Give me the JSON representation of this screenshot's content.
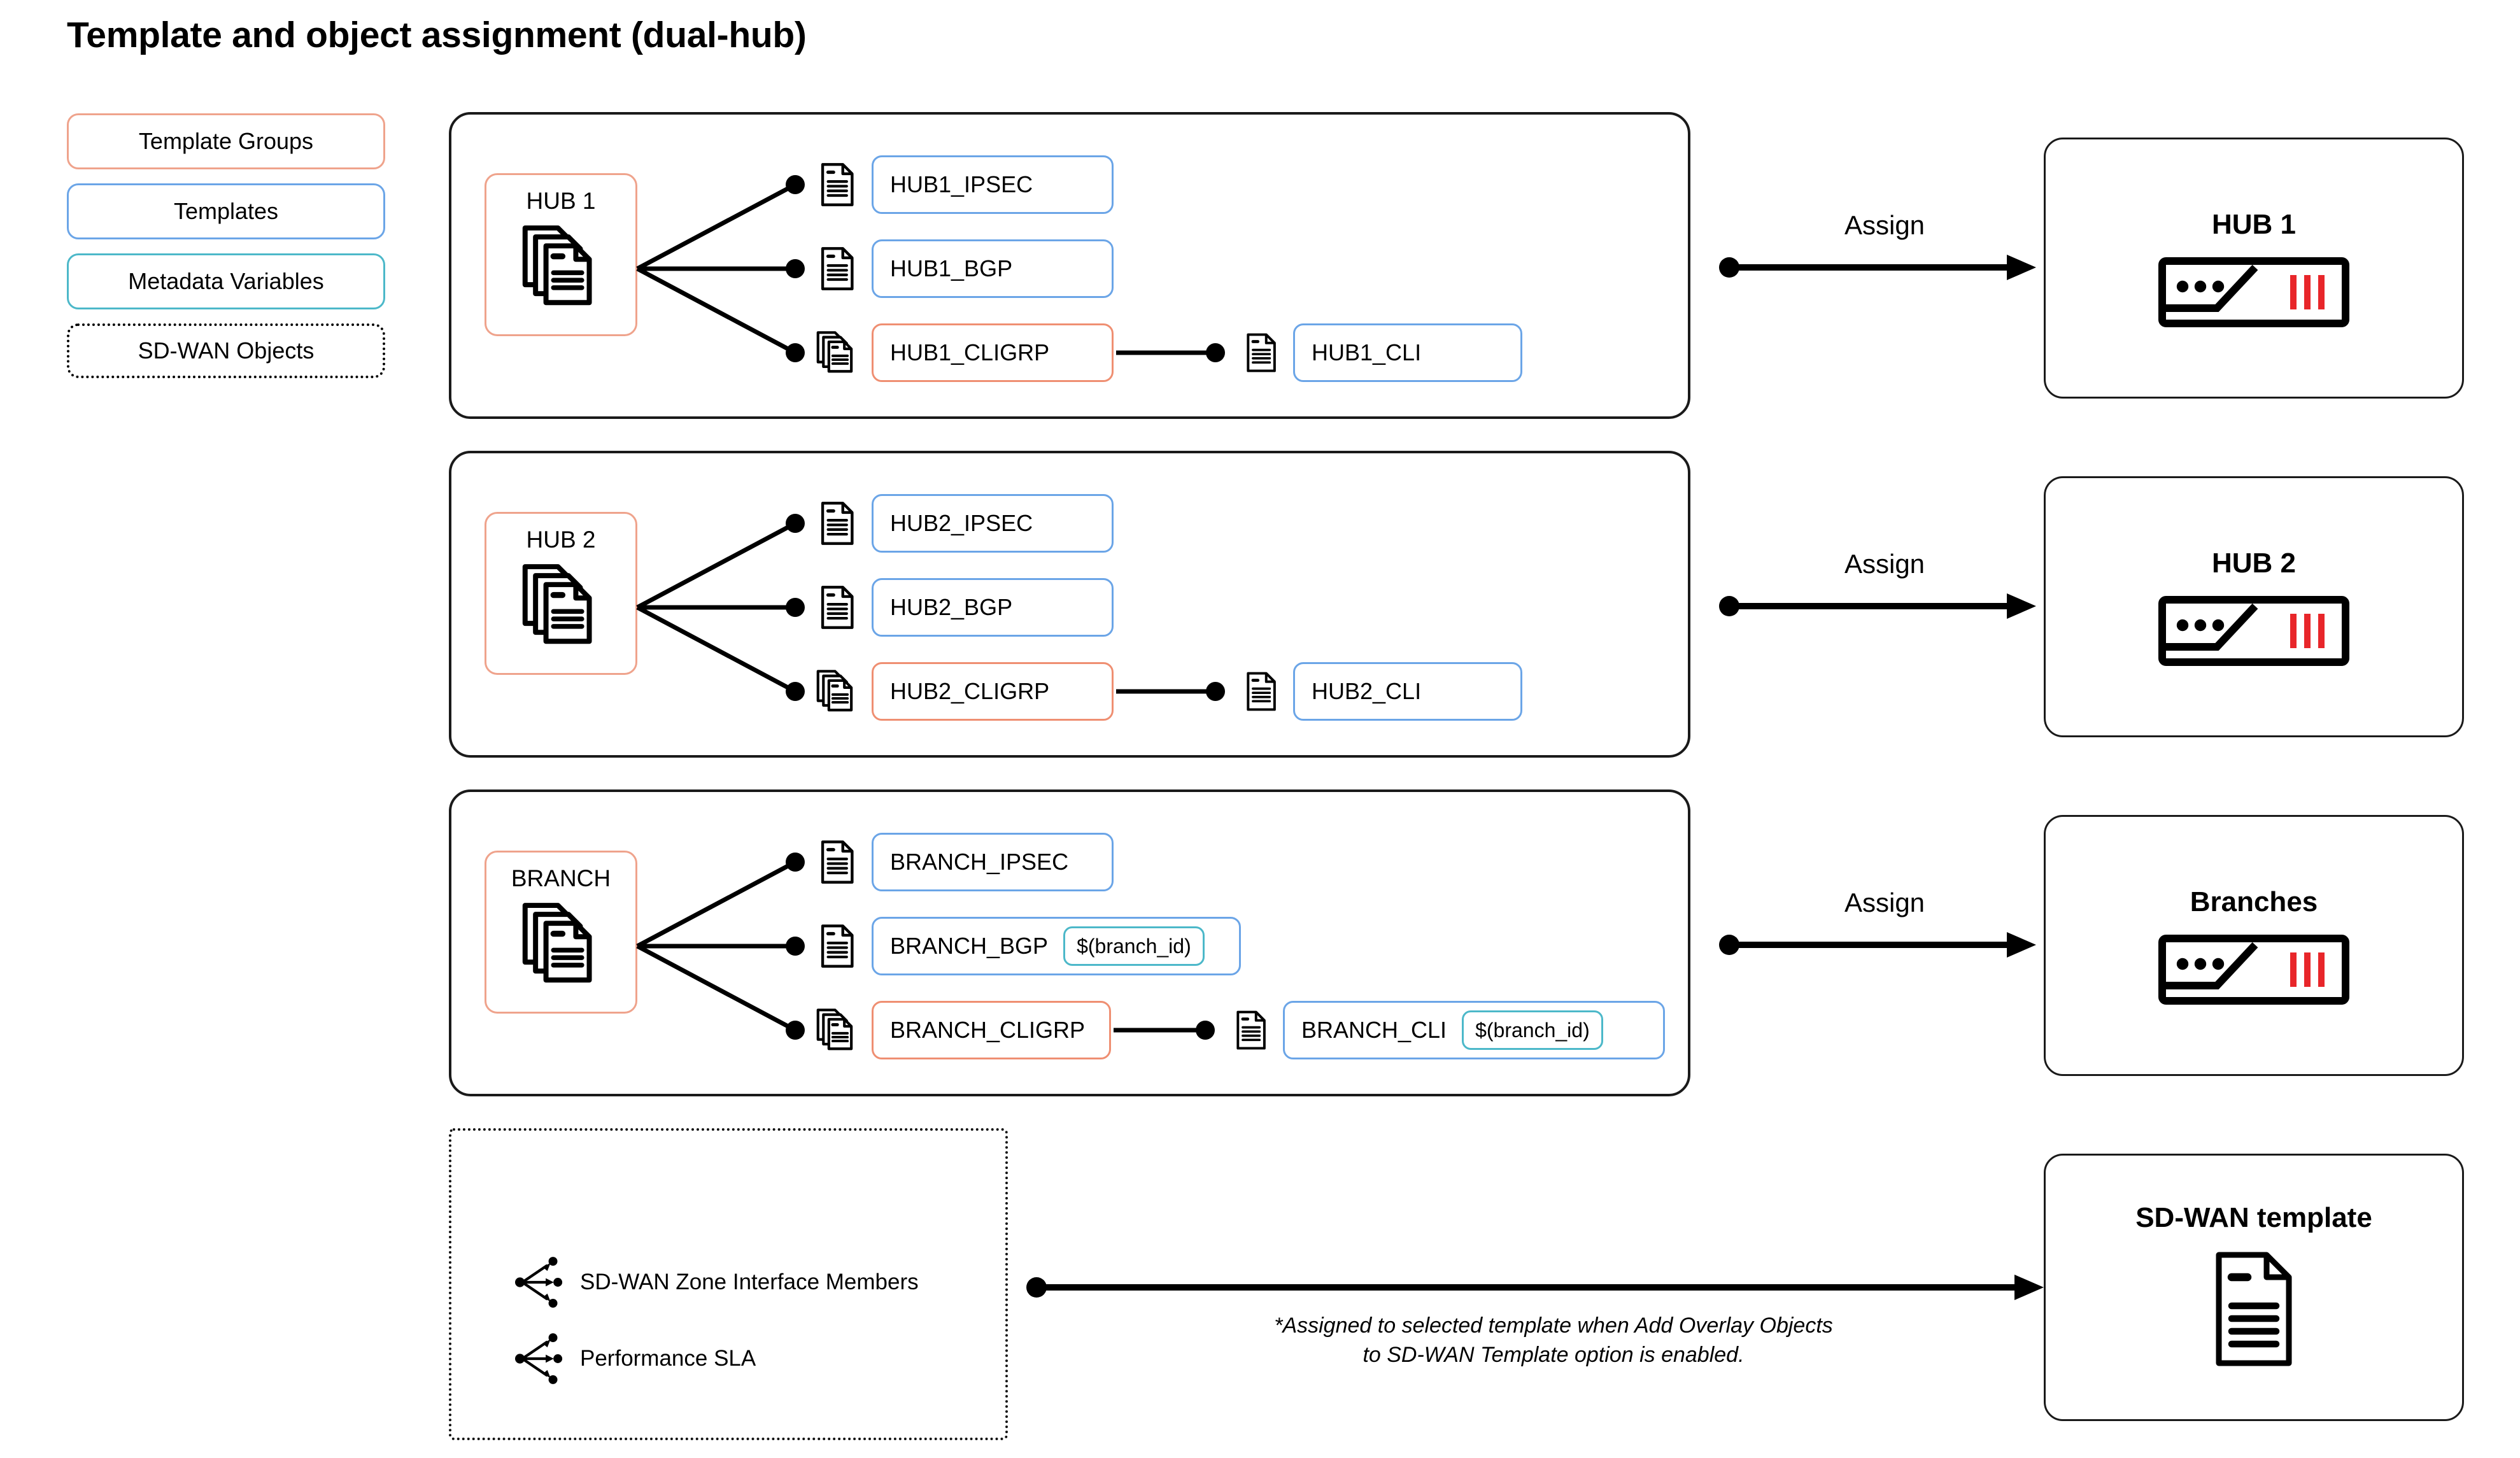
{
  "page": {
    "title": "Template and object assignment (dual-hub)"
  },
  "legend": {
    "items": [
      {
        "label": "Template Groups",
        "style": "tmplgrp",
        "color": "#efa38c"
      },
      {
        "label": "Templates",
        "style": "tmpl",
        "color": "#6ba5e7"
      },
      {
        "label": "Metadata Variables",
        "style": "meta",
        "color": "#4cb8c9"
      },
      {
        "label": "SD-WAN Objects",
        "style": "sdwanobj",
        "color": "#000000"
      }
    ]
  },
  "groups": [
    {
      "badge_label": "HUB 1",
      "badge_icon": "stacked-documents-icon",
      "rows": [
        {
          "icon": "document-icon",
          "name": "HUB1_IPSEC",
          "kind": "template",
          "meta": null
        },
        {
          "icon": "document-icon",
          "name": "HUB1_BGP",
          "kind": "template",
          "meta": null
        },
        {
          "icon": "stacked-documents-icon",
          "name": "HUB1_CLIGRP",
          "kind": "template-group",
          "meta": null
        }
      ],
      "child": {
        "icon": "document-icon",
        "name": "HUB1_CLI",
        "kind": "template",
        "meta": null
      },
      "assign_label": "Assign",
      "device": {
        "title": "HUB 1",
        "icon": "firewall-device-icon"
      }
    },
    {
      "badge_label": "HUB 2",
      "badge_icon": "stacked-documents-icon",
      "rows": [
        {
          "icon": "document-icon",
          "name": "HUB2_IPSEC",
          "kind": "template",
          "meta": null
        },
        {
          "icon": "document-icon",
          "name": "HUB2_BGP",
          "kind": "template",
          "meta": null
        },
        {
          "icon": "stacked-documents-icon",
          "name": "HUB2_CLIGRP",
          "kind": "template-group",
          "meta": null
        }
      ],
      "child": {
        "icon": "document-icon",
        "name": "HUB2_CLI",
        "kind": "template",
        "meta": null
      },
      "assign_label": "Assign",
      "device": {
        "title": "HUB 2",
        "icon": "firewall-device-icon"
      }
    },
    {
      "badge_label": "BRANCH",
      "badge_icon": "stacked-documents-icon",
      "rows": [
        {
          "icon": "document-icon",
          "name": "BRANCH_IPSEC",
          "kind": "template",
          "meta": null
        },
        {
          "icon": "document-icon",
          "name": "BRANCH_BGP",
          "kind": "template",
          "meta": "$(branch_id)"
        },
        {
          "icon": "stacked-documents-icon",
          "name": "BRANCH_CLIGRP",
          "kind": "template-group",
          "meta": null
        }
      ],
      "child": {
        "icon": "document-icon",
        "name": "BRANCH_CLI",
        "kind": "template",
        "meta": "$(branch_id)"
      },
      "assign_label": "Assign",
      "device": {
        "title": "Branches",
        "icon": "firewall-device-icon"
      }
    }
  ],
  "sdwan_objects": {
    "items": [
      {
        "icon": "fan-out-icon",
        "label": "SD-WAN Zone Interface Members"
      },
      {
        "icon": "fan-out-icon",
        "label": "Performance SLA"
      }
    ],
    "footnote": "*Assigned to selected template when Add Overlay Objects to SD-WAN Template option is enabled.",
    "target": {
      "title": "SD-WAN template",
      "icon": "document-icon"
    }
  },
  "colors": {
    "template_group": "#efa38c",
    "template": "#6ba5e7",
    "metadata_variable": "#4cb8c9",
    "sdwan_object": "#000000",
    "device_accent": "#e8262a",
    "stroke": "#1a1a1a"
  }
}
